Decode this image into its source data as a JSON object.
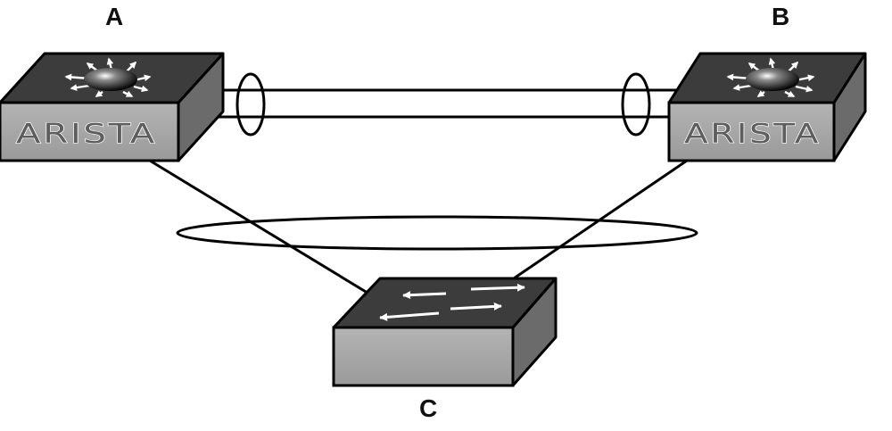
{
  "diagram": {
    "nodes": [
      {
        "id": "A",
        "label": "A",
        "kind": "switch",
        "brand": "ARISTA"
      },
      {
        "id": "B",
        "label": "B",
        "kind": "switch",
        "brand": "ARISTA"
      },
      {
        "id": "C",
        "label": "C",
        "kind": "switch"
      }
    ],
    "links": [
      {
        "from": "A",
        "to": "B",
        "count": 2,
        "bundled": true
      },
      {
        "from": "A",
        "to": "C",
        "count": 1
      },
      {
        "from": "B",
        "to": "C",
        "count": 1
      }
    ],
    "colors": {
      "switch_top": "#3c3c3c",
      "switch_front": "#a9a9a9",
      "switch_side": "#6b6b6b",
      "line": "#000000"
    }
  }
}
